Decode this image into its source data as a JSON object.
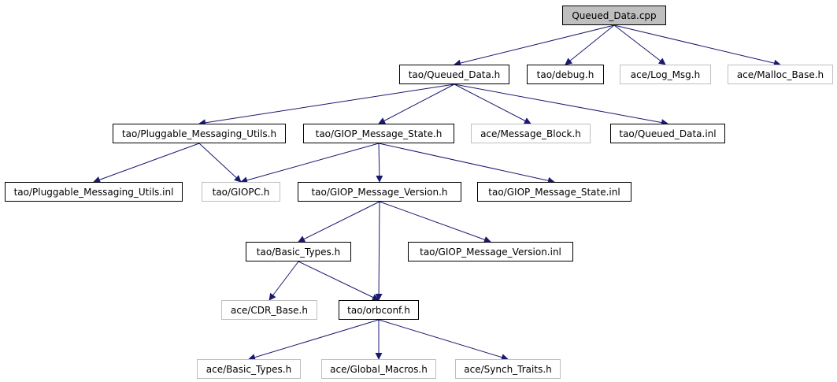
{
  "title": "Queued_Data.cpp",
  "colors": {
    "edge": "#191970",
    "node_border": "#000000",
    "external_border": "#bfbfbf",
    "root_fill": "#bfbfbf"
  },
  "nodes": [
    {
      "id": "queued-data-cpp",
      "label": "Queued_Data.cpp",
      "kind": "root"
    },
    {
      "id": "tao-queued-data-h",
      "label": "tao/Queued_Data.h",
      "kind": "documented"
    },
    {
      "id": "tao-debug-h",
      "label": "tao/debug.h",
      "kind": "documented"
    },
    {
      "id": "ace-log-msg-h",
      "label": "ace/Log_Msg.h",
      "kind": "external"
    },
    {
      "id": "ace-malloc-base-h",
      "label": "ace/Malloc_Base.h",
      "kind": "external"
    },
    {
      "id": "tao-pluggable-messaging-utils-h",
      "label": "tao/Pluggable_Messaging_Utils.h",
      "kind": "documented"
    },
    {
      "id": "tao-giop-message-state-h",
      "label": "tao/GIOP_Message_State.h",
      "kind": "documented"
    },
    {
      "id": "ace-message-block-h",
      "label": "ace/Message_Block.h",
      "kind": "external"
    },
    {
      "id": "tao-queued-data-inl",
      "label": "tao/Queued_Data.inl",
      "kind": "documented"
    },
    {
      "id": "tao-pluggable-messaging-utils-inl",
      "label": "tao/Pluggable_Messaging_Utils.inl",
      "kind": "documented"
    },
    {
      "id": "tao-giopc-h",
      "label": "tao/GIOPC.h",
      "kind": "external"
    },
    {
      "id": "tao-giop-message-version-h",
      "label": "tao/GIOP_Message_Version.h",
      "kind": "documented"
    },
    {
      "id": "tao-giop-message-state-inl",
      "label": "tao/GIOP_Message_State.inl",
      "kind": "documented"
    },
    {
      "id": "tao-basic-types-h",
      "label": "tao/Basic_Types.h",
      "kind": "documented"
    },
    {
      "id": "tao-giop-message-version-inl",
      "label": "tao/GIOP_Message_Version.inl",
      "kind": "documented"
    },
    {
      "id": "ace-cdr-base-h",
      "label": "ace/CDR_Base.h",
      "kind": "external"
    },
    {
      "id": "tao-orbconf-h",
      "label": "tao/orbconf.h",
      "kind": "documented"
    },
    {
      "id": "ace-basic-types-h",
      "label": "ace/Basic_Types.h",
      "kind": "external"
    },
    {
      "id": "ace-global-macros-h",
      "label": "ace/Global_Macros.h",
      "kind": "external"
    },
    {
      "id": "ace-synch-traits-h",
      "label": "ace/Synch_Traits.h",
      "kind": "external"
    }
  ],
  "edges": [
    {
      "from": "queued-data-cpp",
      "to": "tao-queued-data-h"
    },
    {
      "from": "queued-data-cpp",
      "to": "tao-debug-h"
    },
    {
      "from": "queued-data-cpp",
      "to": "ace-log-msg-h"
    },
    {
      "from": "queued-data-cpp",
      "to": "ace-malloc-base-h"
    },
    {
      "from": "tao-queued-data-h",
      "to": "tao-pluggable-messaging-utils-h"
    },
    {
      "from": "tao-queued-data-h",
      "to": "tao-giop-message-state-h"
    },
    {
      "from": "tao-queued-data-h",
      "to": "ace-message-block-h"
    },
    {
      "from": "tao-queued-data-h",
      "to": "tao-queued-data-inl"
    },
    {
      "from": "tao-pluggable-messaging-utils-h",
      "to": "tao-pluggable-messaging-utils-inl"
    },
    {
      "from": "tao-pluggable-messaging-utils-h",
      "to": "tao-giopc-h"
    },
    {
      "from": "tao-giop-message-state-h",
      "to": "tao-giopc-h"
    },
    {
      "from": "tao-giop-message-state-h",
      "to": "tao-giop-message-version-h"
    },
    {
      "from": "tao-giop-message-state-h",
      "to": "tao-giop-message-state-inl"
    },
    {
      "from": "tao-giop-message-version-h",
      "to": "tao-basic-types-h"
    },
    {
      "from": "tao-giop-message-version-h",
      "to": "tao-orbconf-h"
    },
    {
      "from": "tao-giop-message-version-h",
      "to": "tao-giop-message-version-inl"
    },
    {
      "from": "tao-basic-types-h",
      "to": "ace-cdr-base-h"
    },
    {
      "from": "tao-basic-types-h",
      "to": "tao-orbconf-h"
    },
    {
      "from": "tao-orbconf-h",
      "to": "ace-basic-types-h"
    },
    {
      "from": "tao-orbconf-h",
      "to": "ace-global-macros-h"
    },
    {
      "from": "tao-orbconf-h",
      "to": "ace-synch-traits-h"
    }
  ]
}
